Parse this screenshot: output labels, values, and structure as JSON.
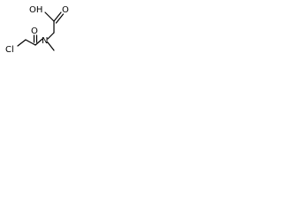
{
  "structure": {
    "labels": {
      "carboxyl_oh": "OH",
      "carboxyl_o": "O",
      "amide_o": "O",
      "nitrogen": "N",
      "chlorine": "Cl"
    }
  }
}
